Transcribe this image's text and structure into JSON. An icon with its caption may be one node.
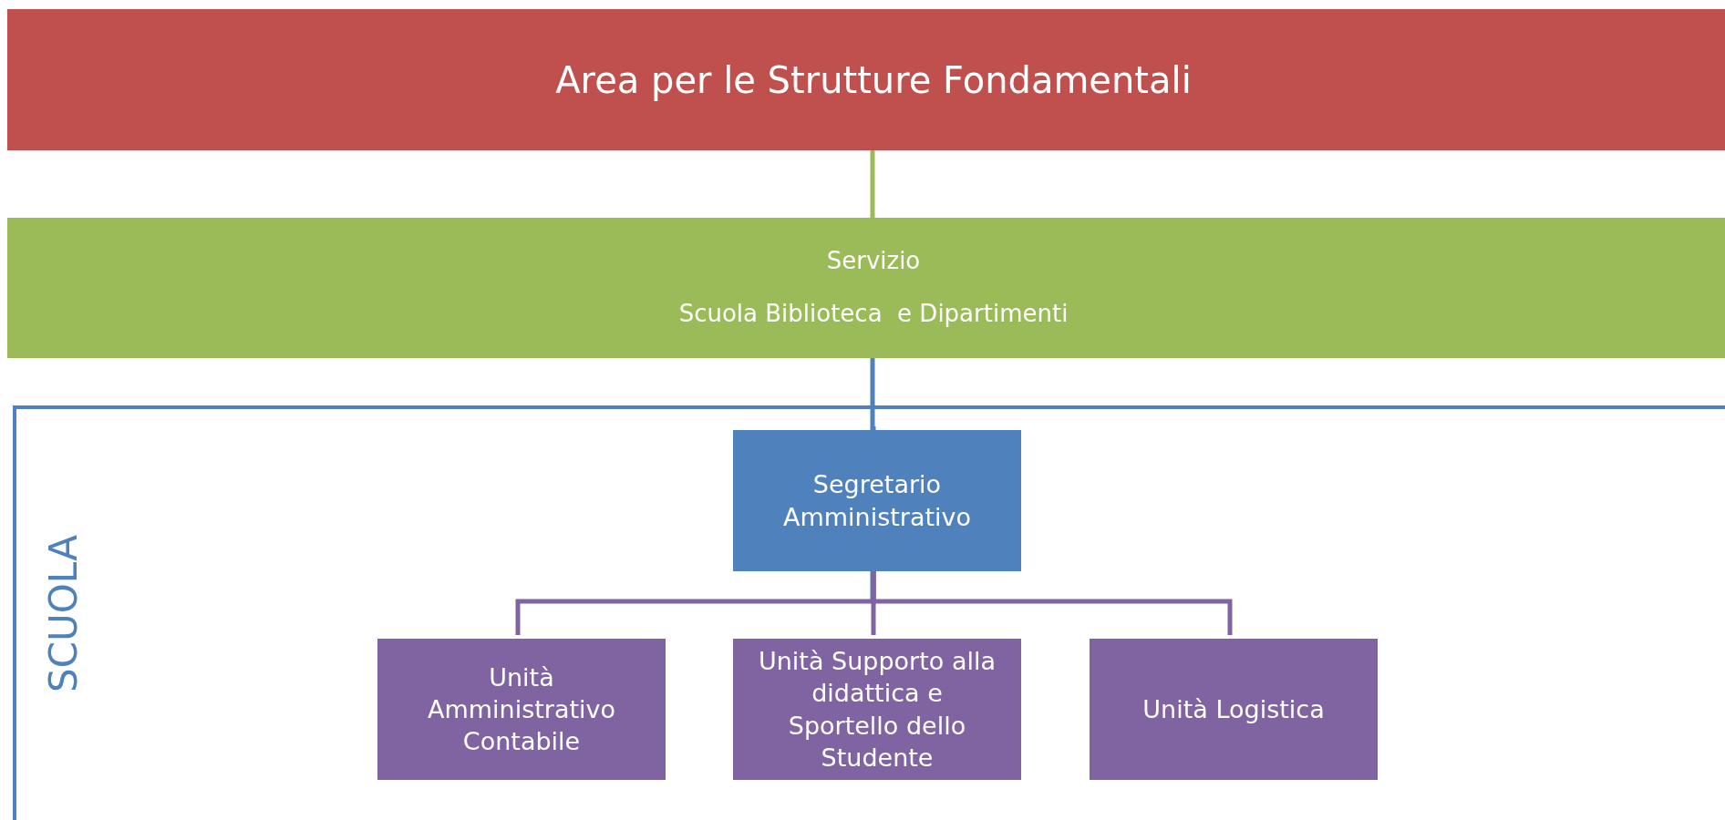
{
  "diagram": {
    "nodes": [
      {
        "text": [
          "Area per le Strutture Fondamentali"
        ]
      },
      {
        "text": [
          "Servizio",
          "Scuola Biblioteca  e Dipartimenti"
        ]
      },
      {
        "text": [
          "SCUOLA"
        ]
      },
      {
        "text": [
          "Segretario Amministrativo"
        ],
        "in": 2
      },
      {
        "text": [
          "Unità Amministrativo Contabile"
        ],
        "in": 2
      },
      {
        "text": [
          "Unità Supporto alla didattica e Sportello dello Studente"
        ],
        "in": 2
      },
      {
        "text": [
          "Unità Logistica"
        ],
        "in": 2
      }
    ],
    "edges": [
      {
        "from": 0,
        "to": 1,
        "arrow": "none",
        "color": "#9bbb59"
      },
      {
        "from": 1,
        "to": 3,
        "arrow": "none",
        "color": "#4f81bd"
      },
      {
        "from": 3,
        "to": 4,
        "arrow": "none",
        "color": "#8064a2"
      },
      {
        "from": 3,
        "to": 5,
        "arrow": "none",
        "color": "#8064a2"
      },
      {
        "from": 3,
        "to": 6,
        "arrow": "none",
        "color": "#8064a2"
      }
    ]
  }
}
